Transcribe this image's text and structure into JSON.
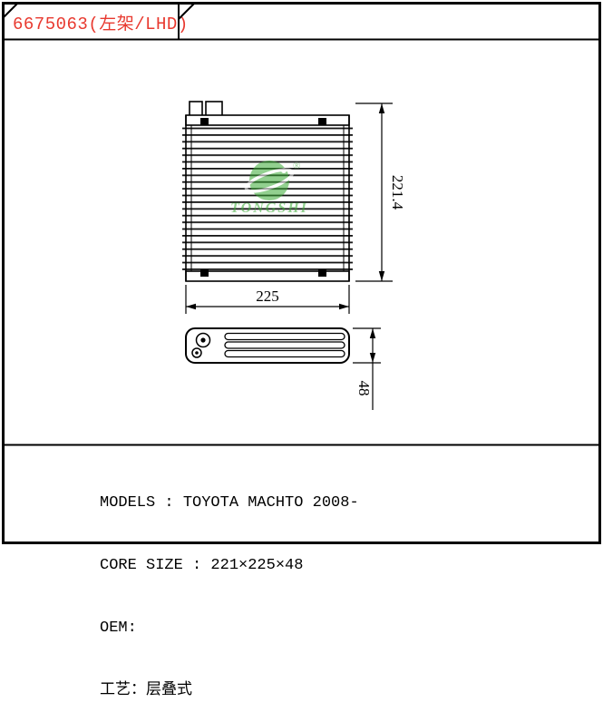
{
  "header": {
    "part_number": "6675063(左架/LHD)"
  },
  "watermark": {
    "brand": "TONGSHI",
    "registered": "®"
  },
  "dimensions": {
    "front_height": "221.4",
    "front_width": "225",
    "side_depth": "48"
  },
  "specs": {
    "models": "MODELS : TOYOTA MACHTO 2008-",
    "core_size": "CORE SIZE : 221×225×48",
    "oem": "OEM:",
    "process": "工艺：层叠式"
  },
  "colors": {
    "part_number_red": "#e8392f",
    "watermark_green": "#3aaa35",
    "line_black": "#000000"
  }
}
